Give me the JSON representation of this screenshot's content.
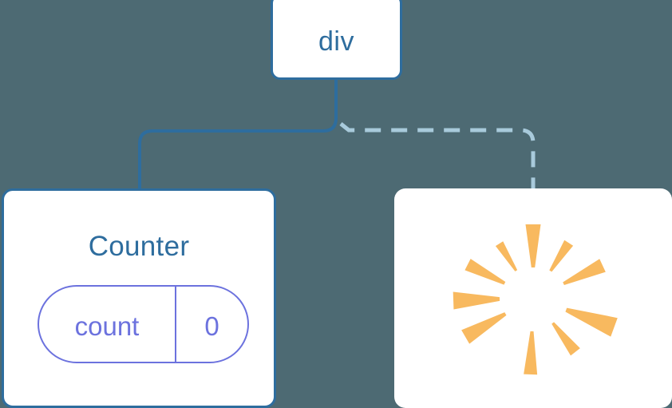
{
  "diagram": {
    "title": "React component tree with state and re-render burst",
    "background_color": "#4d6a73",
    "accent_blue": "#2e6d9e",
    "dashed_blue": "#a8cadb",
    "state_purple": "#6c72de",
    "burst_orange": "#f8b95f",
    "node_fill": "#ffffff"
  },
  "nodes": {
    "root": {
      "label": "div",
      "type": "element-node"
    },
    "counter": {
      "title": "Counter",
      "type": "component-node",
      "state": {
        "key": "count",
        "value": "0"
      }
    },
    "burst": {
      "type": "highlight-node",
      "icon": "starburst-icon",
      "ray_count": 10
    }
  },
  "connectors": [
    {
      "name": "root-to-counter",
      "style": "solid",
      "color": "#2e6d9e",
      "from": "root",
      "to": "counter"
    },
    {
      "name": "root-to-burst",
      "style": "dashed",
      "color": "#a8cadb",
      "from": "root",
      "to": "burst"
    }
  ],
  "burst_rays": [
    {
      "name": "ray-n",
      "angle": -90,
      "inner": 38,
      "outer": 92,
      "half_in": 2.2,
      "half_out": 9.5
    },
    {
      "name": "ray-nne",
      "angle": -57,
      "inner": 40,
      "outer": 82,
      "half_in": 1.8,
      "half_out": 6.5
    },
    {
      "name": "ray-nnw",
      "angle": -122,
      "inner": 40,
      "outer": 80,
      "half_in": 1.6,
      "half_out": 5.5
    },
    {
      "name": "ray-ene",
      "angle": -25,
      "inner": 42,
      "outer": 96,
      "half_in": 2.0,
      "half_out": 9.0
    },
    {
      "name": "ray-wnw",
      "angle": -153,
      "inner": 40,
      "outer": 92,
      "half_in": 2.0,
      "half_out": 8.0
    },
    {
      "name": "ray-w",
      "angle": 178,
      "inner": 42,
      "outer": 100,
      "half_in": 2.4,
      "half_out": 11.0
    },
    {
      "name": "ray-e",
      "angle": 20,
      "inner": 44,
      "outer": 108,
      "half_in": 2.6,
      "half_out": 12.5
    },
    {
      "name": "ray-wsw",
      "angle": 150,
      "inner": 40,
      "outer": 98,
      "half_in": 2.2,
      "half_out": 10.0
    },
    {
      "name": "ray-ese",
      "angle": 52,
      "inner": 40,
      "outer": 86,
      "half_in": 1.8,
      "half_out": 7.5
    },
    {
      "name": "ray-s",
      "angle": 92,
      "inner": 42,
      "outer": 96,
      "half_in": 2.0,
      "half_out": 8.5
    }
  ]
}
